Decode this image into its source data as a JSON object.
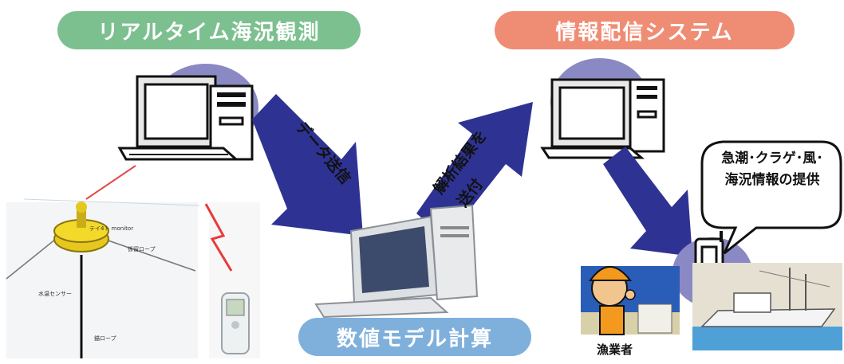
{
  "header": {
    "left_pill": "リアルタイム海況観測",
    "right_pill": "情報配信システム",
    "bottom_pill": "数値モデル計算"
  },
  "arrows": {
    "data_send": "データ送信",
    "analysis_line1": "解析結果を",
    "analysis_line2": "送付"
  },
  "callout": {
    "line1": "急潮･クラゲ･風･",
    "line2": "海況情報の提供"
  },
  "buoy": {
    "label1": "テイ4ト monitor",
    "label2": "係留ロープ",
    "label3": "水温センサー",
    "label4": "錨ロープ"
  },
  "fisher": {
    "label": "漁業者"
  },
  "colors": {
    "green": "#7cc08f",
    "salmon": "#ef8d74",
    "blue": "#7fb0dc",
    "arrow": "#2e3393",
    "blob": "#8b89c3"
  }
}
